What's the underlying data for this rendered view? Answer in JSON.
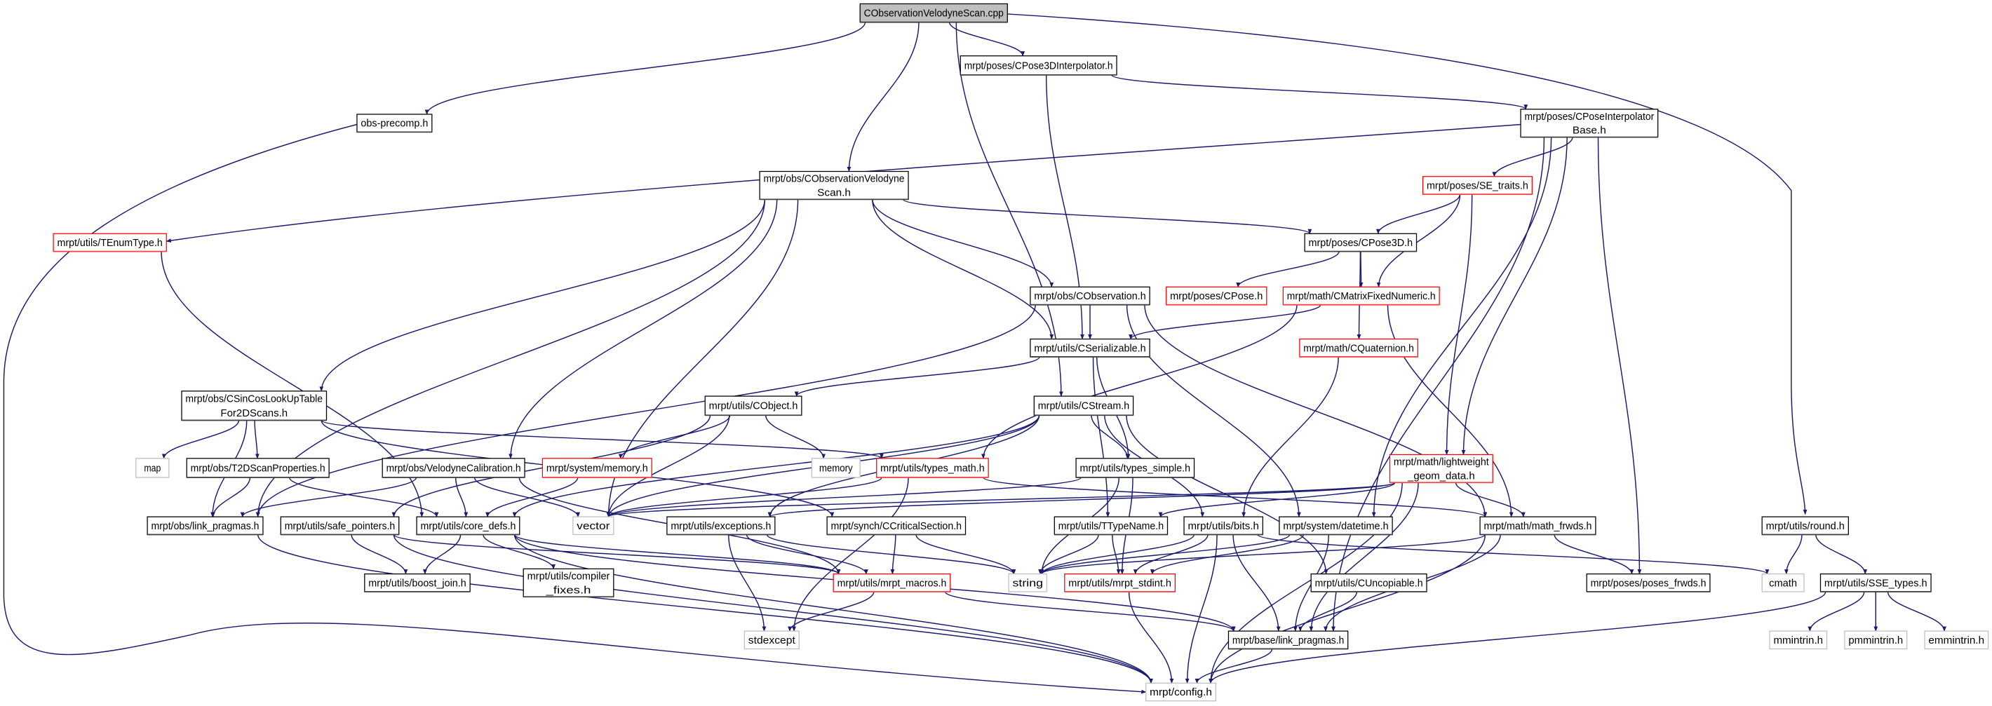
{
  "title": "CObservationVelodyneScan.cpp",
  "colors": {
    "edge": "#191970",
    "root_fill": "#bfbfbf",
    "red_border": "#ff0000",
    "external_border": "#bfbfbf",
    "normal_border": "#000000"
  },
  "nodes": [
    {
      "id": "root",
      "kind": "root",
      "lines": [
        "CObservationVelodyneScan.cpp"
      ]
    },
    {
      "id": "obsprecomp",
      "kind": "normal",
      "lines": [
        "obs-precomp.h"
      ]
    },
    {
      "id": "p3dinterp",
      "kind": "normal",
      "lines": [
        "mrpt/poses/CPose3DInterpolator.h"
      ]
    },
    {
      "id": "pinterpbase",
      "kind": "normal",
      "lines": [
        "mrpt/poses/CPoseInterpolator",
        "Base.h"
      ]
    },
    {
      "id": "velo",
      "kind": "normal",
      "lines": [
        "mrpt/obs/CObservationVelodyne",
        "Scan.h"
      ]
    },
    {
      "id": "tenum",
      "kind": "red",
      "lines": [
        "mrpt/utils/TEnumType.h"
      ]
    },
    {
      "id": "setraits",
      "kind": "red",
      "lines": [
        "mrpt/poses/SE_traits.h"
      ]
    },
    {
      "id": "cpose3d",
      "kind": "normal",
      "lines": [
        "mrpt/poses/CPose3D.h"
      ]
    },
    {
      "id": "cobs",
      "kind": "normal",
      "lines": [
        "mrpt/obs/CObservation.h"
      ]
    },
    {
      "id": "cpose",
      "kind": "red",
      "lines": [
        "mrpt/poses/CPose.h"
      ]
    },
    {
      "id": "cmfn",
      "kind": "red",
      "lines": [
        "mrpt/math/CMatrixFixedNumeric.h"
      ]
    },
    {
      "id": "cser",
      "kind": "normal",
      "lines": [
        "mrpt/utils/CSerializable.h"
      ]
    },
    {
      "id": "cquat",
      "kind": "red",
      "lines": [
        "mrpt/math/CQuaternion.h"
      ]
    },
    {
      "id": "sincos",
      "kind": "normal",
      "lines": [
        "mrpt/obs/CSinCosLookUpTable",
        "For2DScans.h"
      ]
    },
    {
      "id": "cobject",
      "kind": "normal",
      "lines": [
        "mrpt/utils/CObject.h"
      ]
    },
    {
      "id": "cstream",
      "kind": "normal",
      "lines": [
        "mrpt/utils/CStream.h"
      ]
    },
    {
      "id": "map",
      "kind": "external",
      "lines": [
        "map"
      ]
    },
    {
      "id": "t2d",
      "kind": "normal",
      "lines": [
        "mrpt/obs/T2DScanProperties.h"
      ]
    },
    {
      "id": "velocal",
      "kind": "normal",
      "lines": [
        "mrpt/obs/VelodyneCalibration.h"
      ]
    },
    {
      "id": "sysmem",
      "kind": "red",
      "lines": [
        "mrpt/system/memory.h"
      ]
    },
    {
      "id": "memory",
      "kind": "external",
      "lines": [
        "memory"
      ]
    },
    {
      "id": "typesmath",
      "kind": "red",
      "lines": [
        "mrpt/utils/types_math.h"
      ]
    },
    {
      "id": "typessimple",
      "kind": "normal",
      "lines": [
        "mrpt/utils/types_simple.h"
      ]
    },
    {
      "id": "lwgeom",
      "kind": "red",
      "lines": [
        "mrpt/math/lightweight",
        "_geom_data.h"
      ]
    },
    {
      "id": "obslp",
      "kind": "normal",
      "lines": [
        "mrpt/obs/link_pragmas.h"
      ]
    },
    {
      "id": "safeptr",
      "kind": "normal",
      "lines": [
        "mrpt/utils/safe_pointers.h"
      ]
    },
    {
      "id": "coredefs",
      "kind": "normal",
      "lines": [
        "mrpt/utils/core_defs.h"
      ]
    },
    {
      "id": "vector",
      "kind": "external",
      "lines": [
        "vector"
      ]
    },
    {
      "id": "exceptions",
      "kind": "normal",
      "lines": [
        "mrpt/utils/exceptions.h"
      ]
    },
    {
      "id": "ccrit",
      "kind": "normal",
      "lines": [
        "mrpt/synch/CCriticalSection.h"
      ]
    },
    {
      "id": "ttypename",
      "kind": "normal",
      "lines": [
        "mrpt/utils/TTypeName.h"
      ]
    },
    {
      "id": "bits",
      "kind": "normal",
      "lines": [
        "mrpt/utils/bits.h"
      ]
    },
    {
      "id": "datetime",
      "kind": "normal",
      "lines": [
        "mrpt/system/datetime.h"
      ]
    },
    {
      "id": "mathfrwds",
      "kind": "normal",
      "lines": [
        "mrpt/math/math_frwds.h"
      ]
    },
    {
      "id": "round",
      "kind": "normal",
      "lines": [
        "mrpt/utils/round.h"
      ]
    },
    {
      "id": "boostjoin",
      "kind": "normal",
      "lines": [
        "mrpt/utils/boost_join.h"
      ]
    },
    {
      "id": "compfix",
      "kind": "normal",
      "lines": [
        "mrpt/utils/compiler",
        "_fixes.h"
      ]
    },
    {
      "id": "macros",
      "kind": "red",
      "lines": [
        "mrpt/utils/mrpt_macros.h"
      ]
    },
    {
      "id": "string",
      "kind": "external",
      "lines": [
        "string"
      ]
    },
    {
      "id": "stdint",
      "kind": "red",
      "lines": [
        "mrpt/utils/mrpt_stdint.h"
      ]
    },
    {
      "id": "uncop",
      "kind": "normal",
      "lines": [
        "mrpt/utils/CUncopiable.h"
      ]
    },
    {
      "id": "posesfrwds",
      "kind": "normal",
      "lines": [
        "mrpt/poses/poses_frwds.h"
      ]
    },
    {
      "id": "cmath",
      "kind": "external",
      "lines": [
        "cmath"
      ]
    },
    {
      "id": "sse",
      "kind": "normal",
      "lines": [
        "mrpt/utils/SSE_types.h"
      ]
    },
    {
      "id": "stdexcept",
      "kind": "external",
      "lines": [
        "stdexcept"
      ]
    },
    {
      "id": "baselp",
      "kind": "normal",
      "lines": [
        "mrpt/base/link_pragmas.h"
      ]
    },
    {
      "id": "mmintrin",
      "kind": "external",
      "lines": [
        "mmintrin.h"
      ]
    },
    {
      "id": "pmmintrin",
      "kind": "external",
      "lines": [
        "pmmintrin.h"
      ]
    },
    {
      "id": "emmintrin",
      "kind": "external",
      "lines": [
        "emmintrin.h"
      ]
    },
    {
      "id": "config",
      "kind": "external",
      "lines": [
        "mrpt/config.h"
      ]
    }
  ],
  "edges": [
    [
      "root",
      "obsprecomp"
    ],
    [
      "root",
      "velo"
    ],
    [
      "root",
      "p3dinterp"
    ],
    [
      "root",
      "cstream"
    ],
    [
      "root",
      "round"
    ],
    [
      "obsprecomp",
      "config"
    ],
    [
      "p3dinterp",
      "pinterpbase"
    ],
    [
      "p3dinterp",
      "cser"
    ],
    [
      "pinterpbase",
      "tenum"
    ],
    [
      "pinterpbase",
      "setraits"
    ],
    [
      "pinterpbase",
      "lwgeom"
    ],
    [
      "pinterpbase",
      "datetime"
    ],
    [
      "pinterpbase",
      "posesfrwds"
    ],
    [
      "pinterpbase",
      "baselp"
    ],
    [
      "velo",
      "sincos"
    ],
    [
      "velo",
      "velocal"
    ],
    [
      "velo",
      "vector"
    ],
    [
      "velo",
      "cser"
    ],
    [
      "velo",
      "cobs"
    ],
    [
      "velo",
      "cpose3d"
    ],
    [
      "velo",
      "obslp"
    ],
    [
      "tenum",
      "coredefs"
    ],
    [
      "setraits",
      "cpose3d"
    ],
    [
      "setraits",
      "cmfn"
    ],
    [
      "setraits",
      "lwgeom"
    ],
    [
      "cpose3d",
      "cpose"
    ],
    [
      "cpose3d",
      "cmfn"
    ],
    [
      "cpose3d",
      "cquat"
    ],
    [
      "cobs",
      "cser"
    ],
    [
      "cobs",
      "obslp"
    ],
    [
      "cobs",
      "datetime"
    ],
    [
      "cobs",
      "mathfrwds"
    ],
    [
      "cmfn",
      "cser"
    ],
    [
      "cmfn",
      "typesmath"
    ],
    [
      "cmfn",
      "mathfrwds"
    ],
    [
      "cser",
      "cobject"
    ],
    [
      "cser",
      "typessimple"
    ],
    [
      "cser",
      "ttypename"
    ],
    [
      "cquat",
      "bits"
    ],
    [
      "sincos",
      "map"
    ],
    [
      "sincos",
      "t2d"
    ],
    [
      "sincos",
      "obslp"
    ],
    [
      "sincos",
      "typesmath"
    ],
    [
      "sincos",
      "ccrit"
    ],
    [
      "cobject",
      "memory"
    ],
    [
      "cobject",
      "sysmem"
    ],
    [
      "cobject",
      "vector"
    ],
    [
      "cobject",
      "safeptr"
    ],
    [
      "cstream",
      "typessimple"
    ],
    [
      "cstream",
      "bits"
    ],
    [
      "cstream",
      "uncop"
    ],
    [
      "cstream",
      "coredefs"
    ],
    [
      "cstream",
      "vector"
    ],
    [
      "cstream",
      "exceptions"
    ],
    [
      "t2d",
      "obslp"
    ],
    [
      "t2d",
      "coredefs"
    ],
    [
      "velocal",
      "obslp"
    ],
    [
      "velocal",
      "coredefs"
    ],
    [
      "velocal",
      "vector"
    ],
    [
      "velocal",
      "macros"
    ],
    [
      "sysmem",
      "coredefs"
    ],
    [
      "typesmath",
      "vector"
    ],
    [
      "typesmath",
      "mathfrwds"
    ],
    [
      "typesmath",
      "stdexcept"
    ],
    [
      "typessimple",
      "string"
    ],
    [
      "typessimple",
      "stdint"
    ],
    [
      "typessimple",
      "vector"
    ],
    [
      "lwgeom",
      "vector"
    ],
    [
      "lwgeom",
      "exceptions"
    ],
    [
      "lwgeom",
      "ttypename"
    ],
    [
      "lwgeom",
      "mathfrwds"
    ],
    [
      "lwgeom",
      "baselp"
    ],
    [
      "lwgeom",
      "config"
    ],
    [
      "obslp",
      "config"
    ],
    [
      "safeptr",
      "boostjoin"
    ],
    [
      "safeptr",
      "macros"
    ],
    [
      "safeptr",
      "config"
    ],
    [
      "coredefs",
      "boostjoin"
    ],
    [
      "coredefs",
      "compfix"
    ],
    [
      "coredefs",
      "macros"
    ],
    [
      "coredefs",
      "config"
    ],
    [
      "coredefs",
      "baselp"
    ],
    [
      "ccrit",
      "macros"
    ],
    [
      "ccrit",
      "string"
    ],
    [
      "exceptions",
      "stdexcept"
    ],
    [
      "exceptions",
      "string"
    ],
    [
      "exceptions",
      "macros"
    ],
    [
      "ttypename",
      "string"
    ],
    [
      "ttypename",
      "stdint"
    ],
    [
      "bits",
      "string"
    ],
    [
      "bits",
      "stdint"
    ],
    [
      "bits",
      "baselp"
    ],
    [
      "bits",
      "config"
    ],
    [
      "bits",
      "cmath"
    ],
    [
      "datetime",
      "string"
    ],
    [
      "datetime",
      "stdint"
    ],
    [
      "datetime",
      "baselp"
    ],
    [
      "mathfrwds",
      "string"
    ],
    [
      "mathfrwds",
      "posesfrwds"
    ],
    [
      "mathfrwds",
      "baselp"
    ],
    [
      "mathfrwds",
      "config"
    ],
    [
      "round",
      "cmath"
    ],
    [
      "round",
      "sse"
    ],
    [
      "macros",
      "stdexcept"
    ],
    [
      "macros",
      "baselp"
    ],
    [
      "stdint",
      "config"
    ],
    [
      "uncop",
      "baselp"
    ],
    [
      "sse",
      "mmintrin"
    ],
    [
      "sse",
      "pmmintrin"
    ],
    [
      "sse",
      "emmintrin"
    ],
    [
      "sse",
      "config"
    ],
    [
      "baselp",
      "config"
    ]
  ]
}
